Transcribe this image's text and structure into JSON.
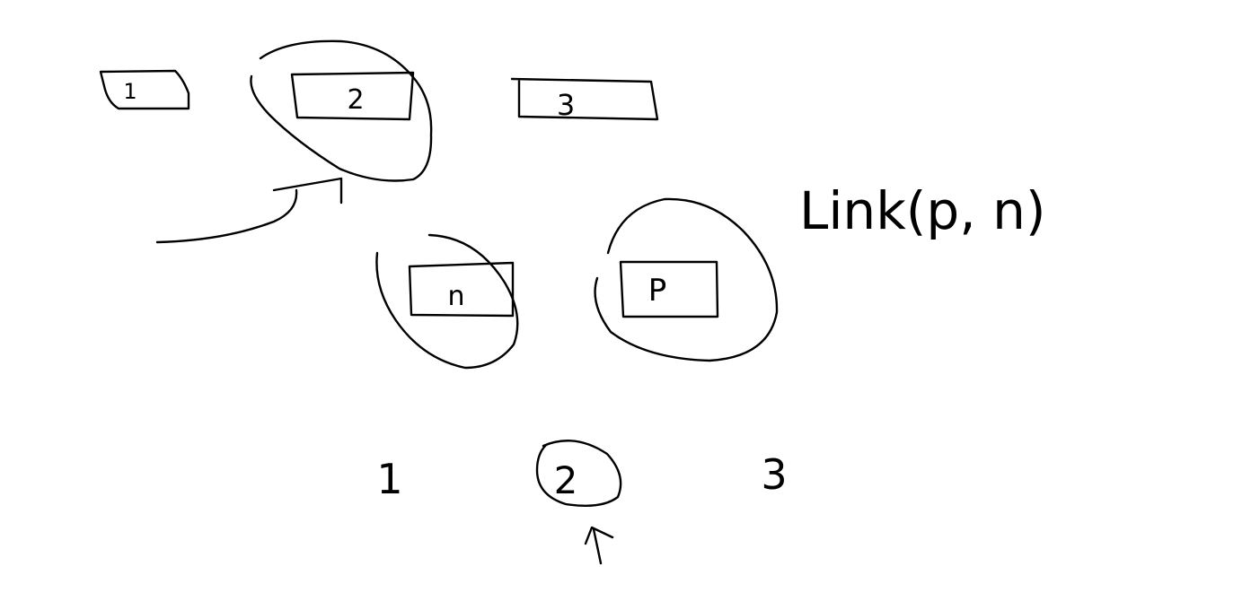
{
  "top_row": {
    "box1_label": "1",
    "box2_label": "2",
    "box3_label": "3"
  },
  "middle_row": {
    "box_n_label": "n",
    "box_p_label": "P"
  },
  "expression": {
    "text": "Link(p, n)"
  },
  "bottom_row": {
    "num1": "1",
    "num2": "2",
    "num3": "3"
  },
  "colors": {
    "ink": "#000000",
    "background": "#ffffff"
  }
}
